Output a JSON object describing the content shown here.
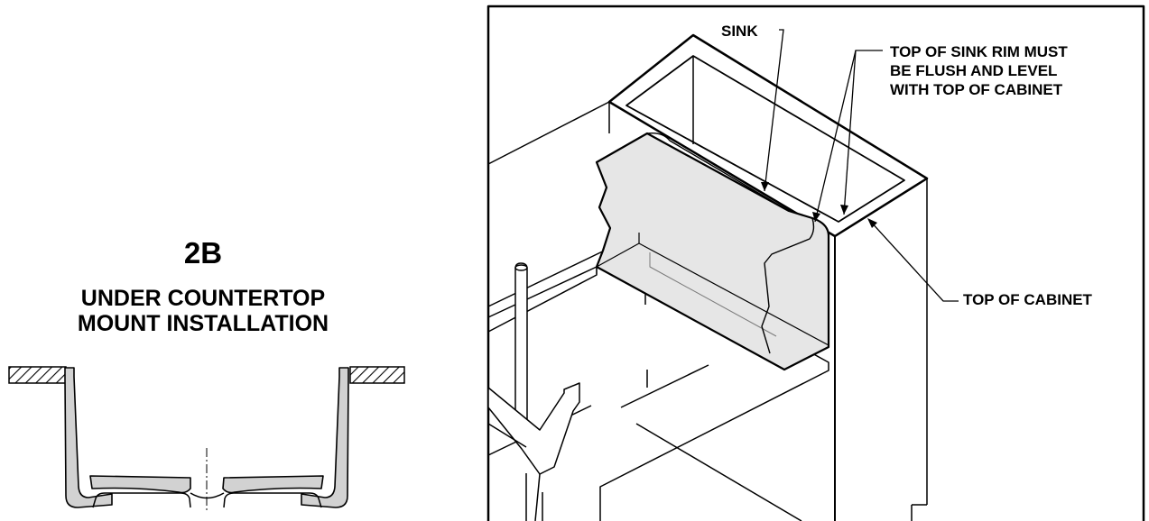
{
  "figure_id": "2B",
  "title_lines": [
    "UNDER COUNTERTOP",
    "MOUNT INSTALLATION"
  ],
  "callouts": {
    "sink": "SINK",
    "rim_lines": [
      "TOP OF SINK RIM MUST",
      "BE FLUSH AND LEVEL",
      "WITH TOP OF CABINET"
    ],
    "cabinet": "TOP OF CABINET"
  },
  "colors": {
    "sink_fill": "#e6e6e6",
    "line": "#000000",
    "background": "#ffffff"
  }
}
